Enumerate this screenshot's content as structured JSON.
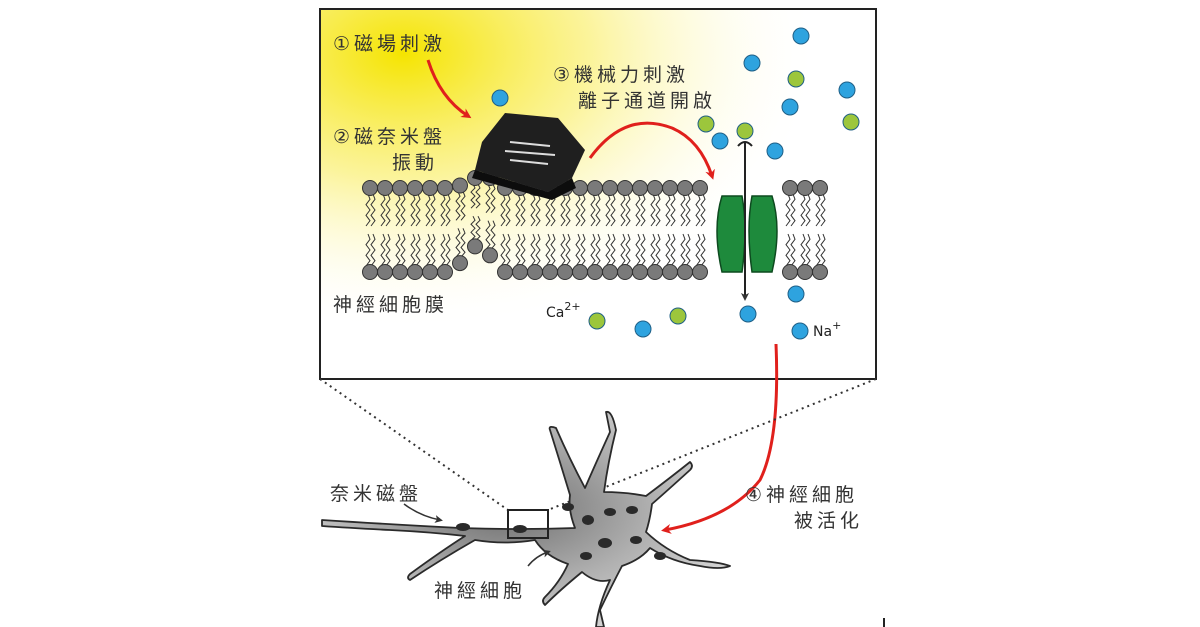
{
  "steps": {
    "magnetic_stimulation": "①磁場刺激",
    "nanodisc_vibration_line1": "②磁奈米盤",
    "nanodisc_vibration_line2": "振動",
    "mechanical_stimulation_line1": "③機械力刺激",
    "mechanical_stimulation_line2": "離子通道開啟",
    "neuron_activated_line1": "④神經細胞",
    "neuron_activated_line2": "被活化"
  },
  "labels": {
    "membrane": "神經細胞膜",
    "nanodisc": "奈米磁盤",
    "neuron": "神經細胞"
  },
  "ions": {
    "calcium": "Ca",
    "calcium_sup": "2+",
    "sodium": "Na",
    "sodium_sup": "+"
  },
  "colors": {
    "glow": "#f5e400",
    "arrow": "#e0201c",
    "channel": "#1e8a3c",
    "sodium_ion": "#2ea3df",
    "calcium_ion": "#9cc63c",
    "lipid_head": "#7a7a7a",
    "nanodisc": "#2b2b2b",
    "neuron_body": "#c4c4c4"
  }
}
